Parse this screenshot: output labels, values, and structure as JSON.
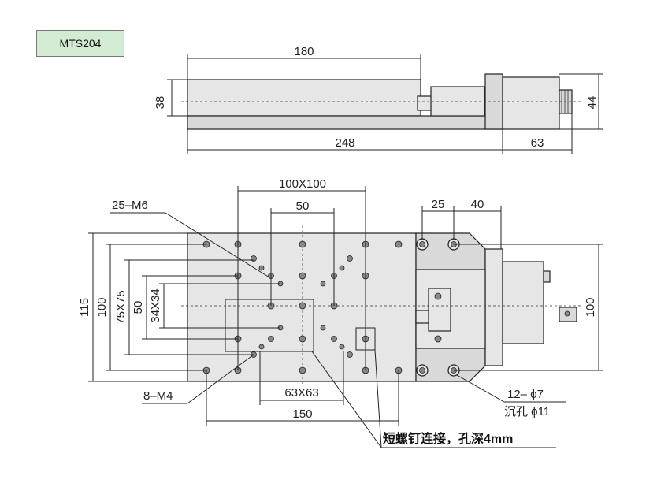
{
  "model": "MTS204",
  "side_view": {
    "length_top": "180",
    "height_left": "38",
    "length_total": "248",
    "motor_length": "63",
    "height_right": "44"
  },
  "top_view": {
    "pattern_outer": "100X100",
    "pattern_inner": "50",
    "offset_25": "25",
    "offset_40": "40",
    "holes_m6": "25–M6",
    "height_115": "115",
    "height_100_left": "100",
    "square_75": "75X75",
    "size_50": "50",
    "square_34": "34X34",
    "holes_m4": "8–M4",
    "square_63": "63X63",
    "spacing_150": "150",
    "height_100_right": "100",
    "holes_12": "12– ϕ7",
    "counterbore": "沉孔 ϕ11",
    "note": "短螺钉连接，孔深4mm"
  }
}
